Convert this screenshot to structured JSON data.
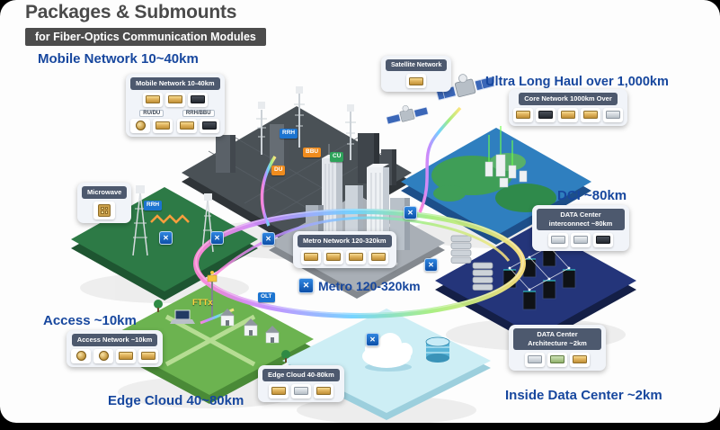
{
  "page": {
    "title": "Packages & Submounts",
    "subtitle": "for Fiber-Optics Communication Modules"
  },
  "colors": {
    "heading_blue": "#17479e",
    "title_gray": "#4a4a4a",
    "subtitle_badge_bg": "#4c4c4c",
    "card_header_bg": "#4d596e",
    "node_blue": "#1565c0"
  },
  "headings": {
    "mobile": "Mobile Network 10~40km",
    "ultra_long_haul": "Ultra Long Haul over 1,000km",
    "dci": "DCI ~80km",
    "metro": "Metro 120-320km",
    "access": "Access ~10km",
    "edge_cloud": "Edge Cloud 40~80km",
    "inside_dc": "Inside Data Center ~2km"
  },
  "cards": {
    "mobile": {
      "title": "Mobile Network 10-40km",
      "group1": "RU/DU",
      "group2": "RRH/BBU"
    },
    "satellite": {
      "title": "Satellite Network"
    },
    "core": {
      "title": "Core Network 1000km Over"
    },
    "microwave": {
      "title": "Microwave"
    },
    "dci": {
      "title": "DATA Center interconnect ~80km"
    },
    "metro": {
      "title": "Metro Network 120-320km"
    },
    "access": {
      "title": "Access Network ~10km"
    },
    "edge": {
      "title": "Edge Cloud 40-80km"
    },
    "dc_arch": {
      "title": "DATA Center Architecture ~2km"
    }
  },
  "map_labels": {
    "rrh_top": "RRH",
    "bbu": "BBU",
    "du": "DU",
    "cu": "CU",
    "rrh_left": "RRH",
    "olt": "OLT",
    "fttx": "FTTx"
  }
}
